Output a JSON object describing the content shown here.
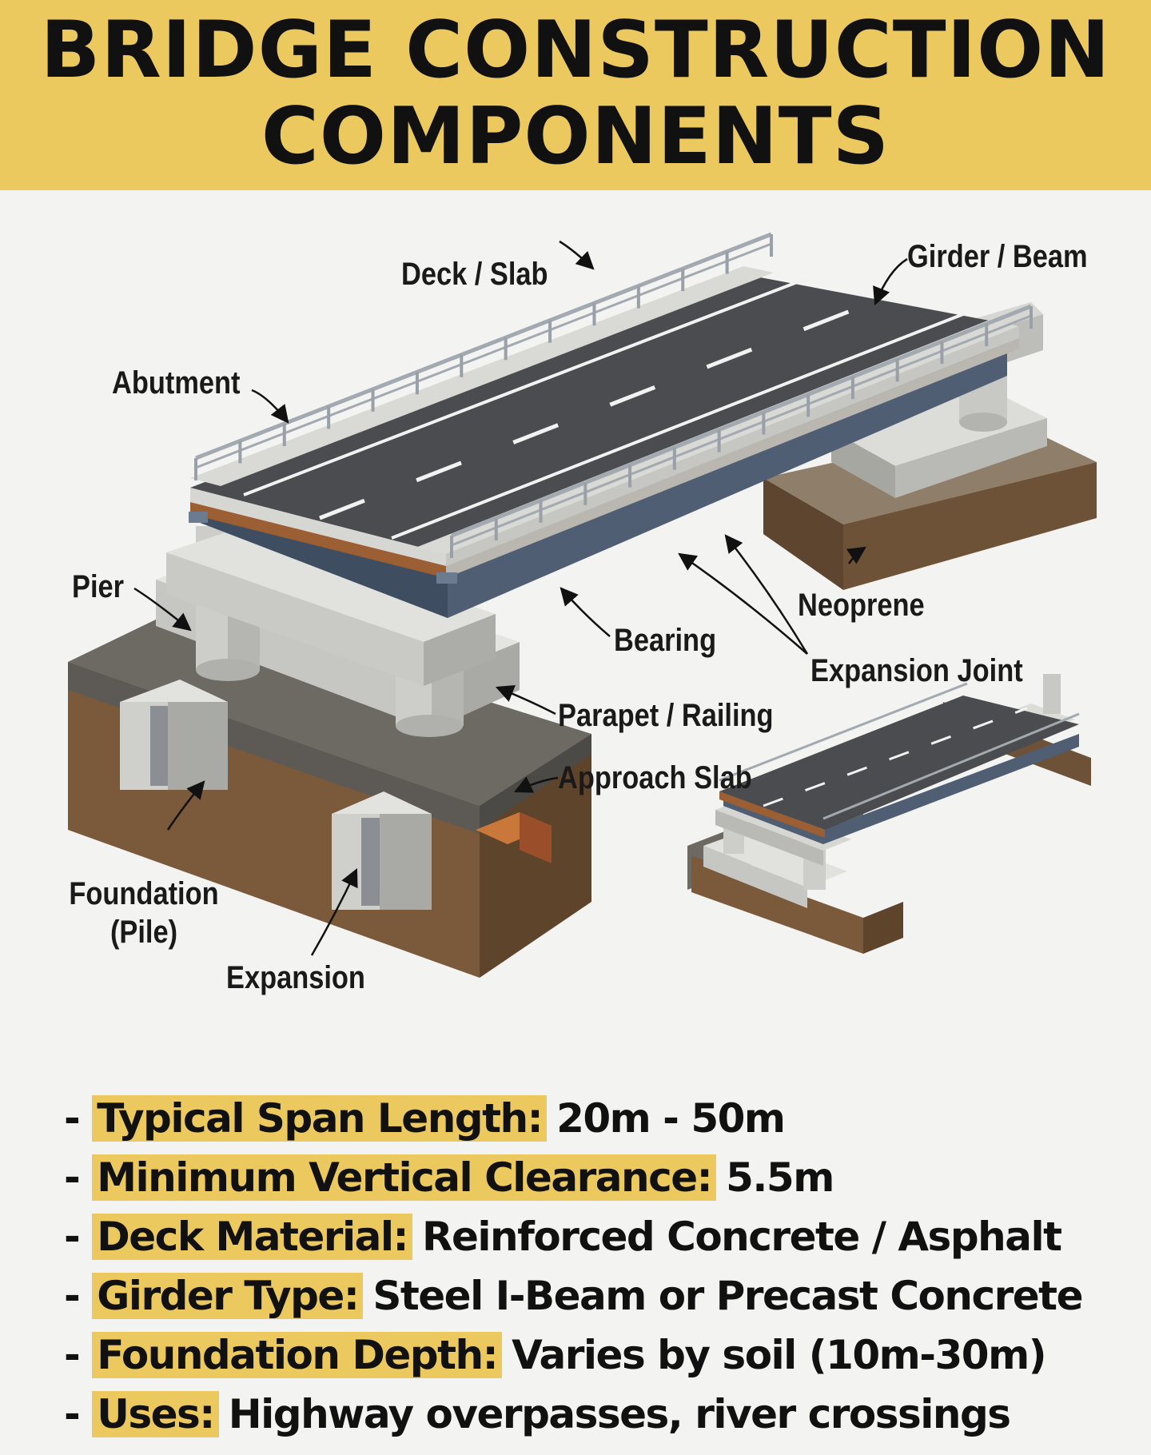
{
  "title": {
    "line1": "BRIDGE CONSTRUCTION",
    "line2": "COMPONENTS"
  },
  "labels": {
    "deck": "Deck / Slab",
    "girder": "Girder / Beam",
    "abutment": "Abutment",
    "pier": "Pier",
    "neoprene": "Neoprene",
    "bearing": "Bearing",
    "expansion_joint": "Expansion Joint",
    "parapet": "Parapet / Railing",
    "approach_slab": "Approach Slab",
    "foundation_1": "Foundation",
    "foundation_2": "(Pile)",
    "expansion": "Expansion"
  },
  "specs": [
    {
      "key": "Typical Span Length:",
      "value": "20m - 50m"
    },
    {
      "key": "Minimum Vertical Clearance:",
      "value": "5.5m"
    },
    {
      "key": "Deck Material:",
      "value": "Reinforced Concrete / Asphalt"
    },
    {
      "key": "Girder Type:",
      "value": "Steel I-Beam or Precast Concrete"
    },
    {
      "key": "Foundation Depth:",
      "value": "Varies by soil (10m-30m)"
    },
    {
      "key": "Uses:",
      "value": "Highway overpasses, river crossings"
    }
  ],
  "colors": {
    "accent_yellow": "#ecc95e",
    "asphalt": "#4a4c4f",
    "concrete": "#d2d2cf",
    "steel_girder": "#5d6d82",
    "soil": "#7a5a3a",
    "bearing_orange": "#c9773a"
  }
}
